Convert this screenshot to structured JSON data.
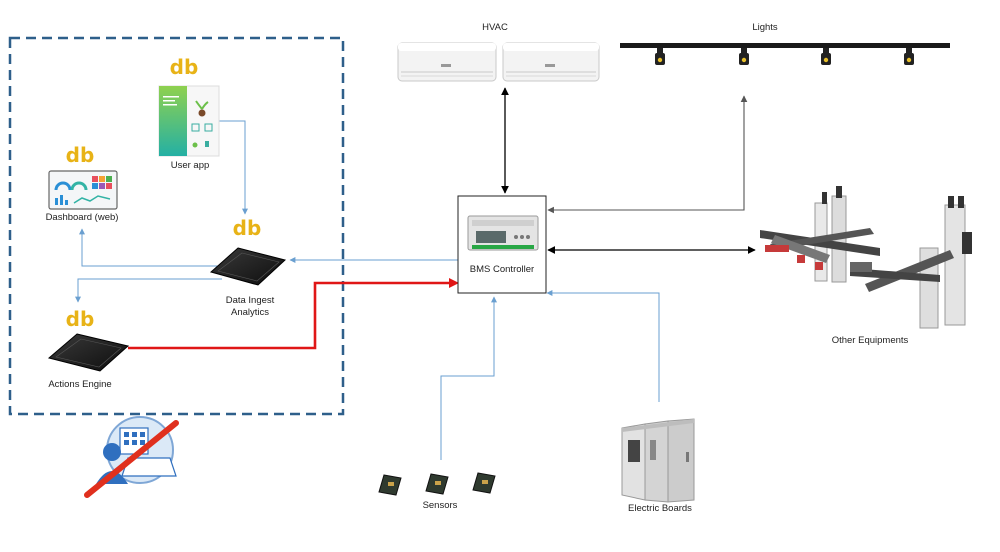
{
  "labels": {
    "hvac": "HVAC",
    "lights": "Lights",
    "user_app": "User app",
    "dashboard": "Dashboard (web)",
    "data_ingest_1": "Data Ingest",
    "data_ingest_2": "Analytics",
    "actions_engine": "Actions Engine",
    "bms_controller": "BMS Controller",
    "other_equipments": "Other Equipments",
    "sensors": "Sensors",
    "electric_boards": "Electric Boards"
  },
  "logo_text": "db",
  "colors": {
    "boundary": "#2e5f8a",
    "blue_arrow": "#6a9fd0",
    "red_arrow": "#e01616",
    "black_arrow": "#000000",
    "logo": "#e8b317",
    "no_user_sign": "#e0301e"
  }
}
